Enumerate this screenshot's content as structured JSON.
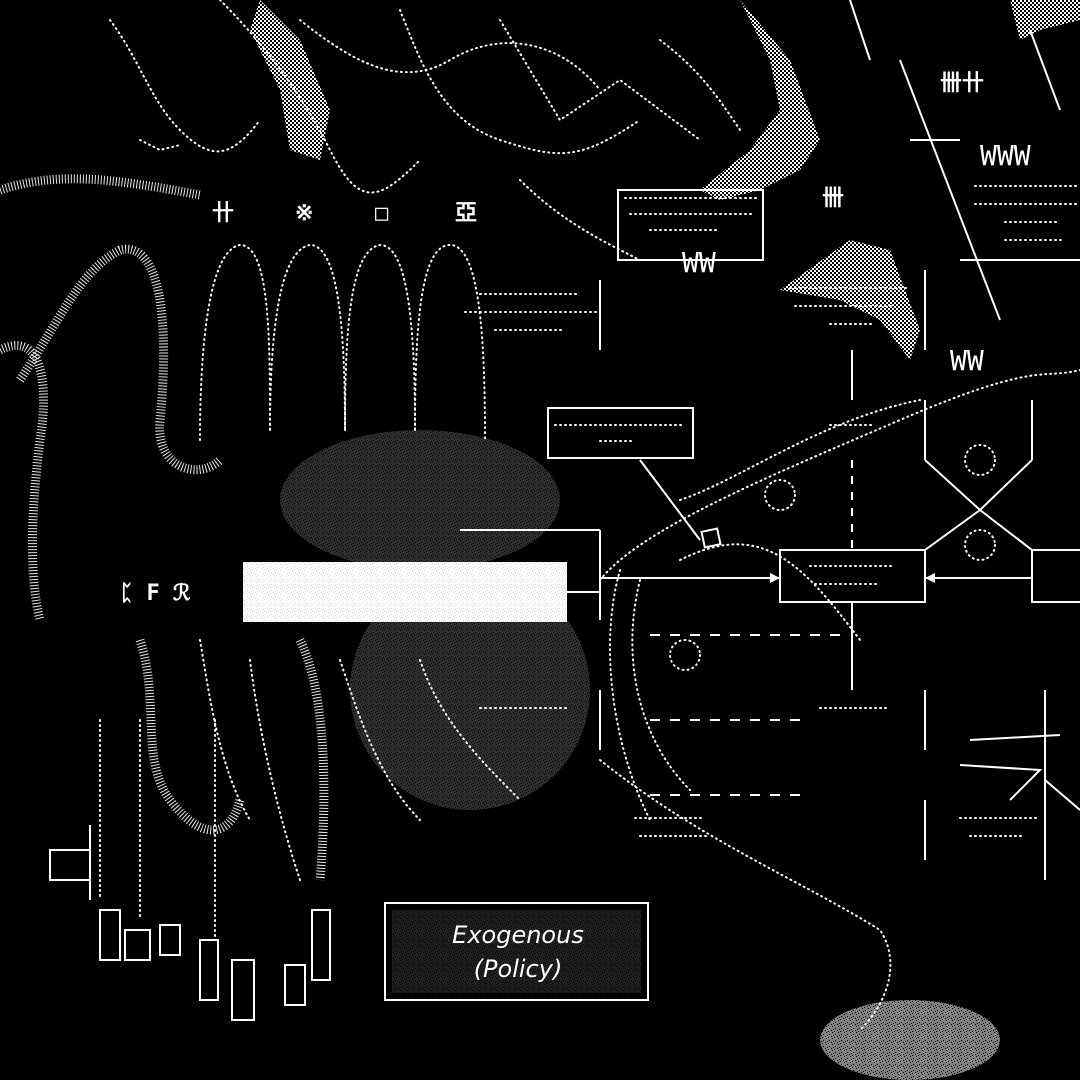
{
  "colors": {
    "background": "#000000",
    "foreground": "#ffffff"
  },
  "policy_box": {
    "line1": "Exogenous",
    "line2": "(Policy)"
  },
  "ww_labels": {
    "top_right": "WWW",
    "middle_right": "WW",
    "box_bottom": "WW"
  }
}
